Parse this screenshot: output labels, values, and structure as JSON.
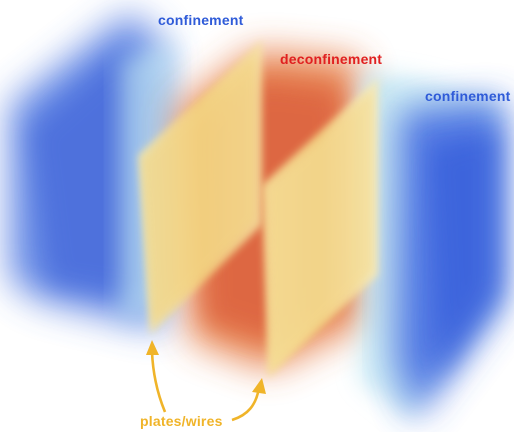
{
  "labels": {
    "confinement_left": "confinement",
    "deconfinement": "deconfinement",
    "confinement_right": "confinement",
    "plates": "plates/wires"
  },
  "colors": {
    "confinement": "#2f5bd8",
    "deconfinement": "#e02020",
    "plates": "#f0b429",
    "hot_region": "#d9623a",
    "plate_fill": "#f5dc8c"
  }
}
